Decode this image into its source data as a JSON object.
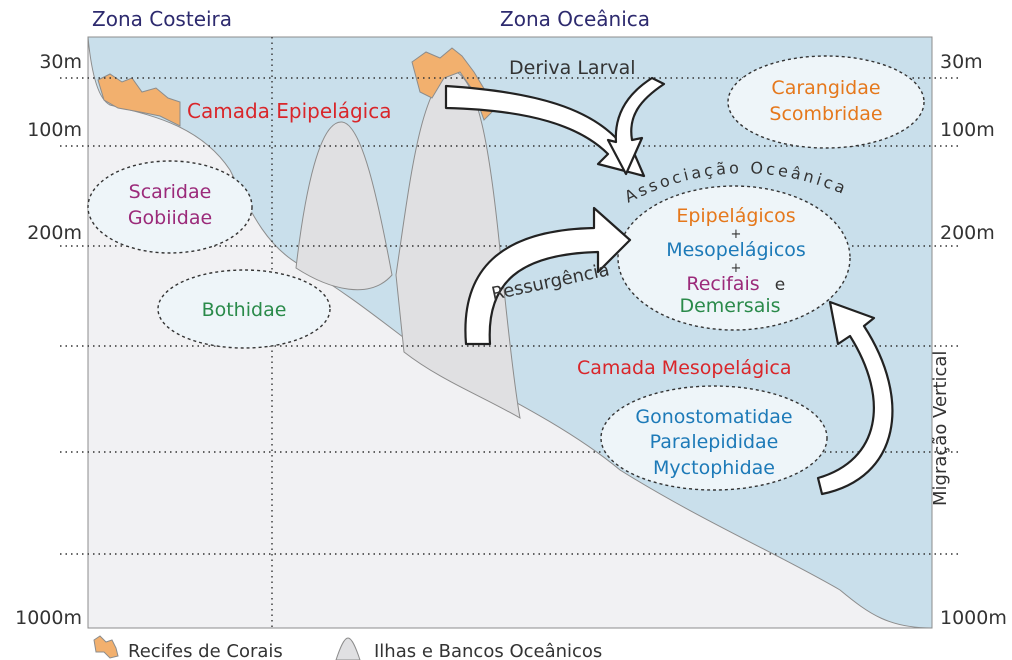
{
  "zones": {
    "coastal": "Zona Costeira",
    "oceanic": "Zona Oceânica"
  },
  "depths": {
    "d30": "30m",
    "d100": "100m",
    "d200": "200m",
    "d1000": "1000m"
  },
  "layers": {
    "epipelagic": "Camada Epipelágica",
    "mesopelagic": "Camada Mesopelágica"
  },
  "processes": {
    "larval_drift": "Deriva Larval",
    "upwelling": "Ressurgência",
    "vertical_migration": "Migração Vertical",
    "oceanic_association": "Associação Oceânica"
  },
  "groups": {
    "carangidae": "Carangidae",
    "scombridae": "Scombridae",
    "scaridae": "Scaridae",
    "gobiidae": "Gobiidae",
    "bothidae": "Bothidae",
    "gonostomatidae": "Gonostomatidae",
    "paralepididae": "Paralepididae",
    "myctophidae": "Myctophidae"
  },
  "association": {
    "epipelagicos": "Epipelágicos",
    "plus": "+",
    "mesopelagicos": "Mesopelágicos",
    "recifais": "Recifais",
    "and": "e",
    "demersais": "Demersais"
  },
  "legend": {
    "reefs": "Recifes de Corais",
    "islands": "Ilhas e Bancos Oceânicos"
  },
  "colors": {
    "ocean": "#c9dfeb",
    "seafloor": "#f1f1f3",
    "seamount": "#e0e0e2",
    "reef": "#f2b06e",
    "red": "#d9262a",
    "orange": "#e5781c",
    "purple": "#9b2a7a",
    "green": "#2a8a4a",
    "blue": "#1d7ab8",
    "navy": "#2d2a6e"
  }
}
